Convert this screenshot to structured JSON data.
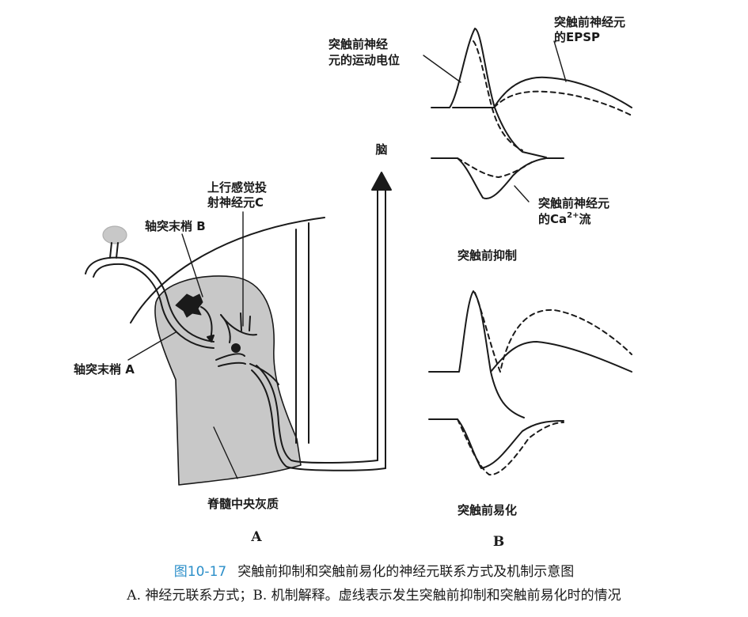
{
  "labels": {
    "brain": "脑",
    "ascending_neuron_line1": "上行感觉投",
    "ascending_neuron_line2": "射神经元C",
    "axon_terminal_b": "轴突末梢 B",
    "axon_terminal_a": "轴突末梢 A",
    "gray_matter": "脊髓中央灰质",
    "presyn_ap_line1": "突触前神经",
    "presyn_ap_line2": "元的运动电位",
    "postsyn_epsp_line1": "突触前神经元",
    "postsyn_epsp_line2": "的EPSP",
    "ca_flow_line1": "突触前神经元",
    "ca_flow_line2_prefix": "的Ca",
    "ca_flow_superscript": "2+",
    "ca_flow_line2_suffix": "流",
    "presyn_inhibition": "突触前抑制",
    "presyn_facilitation": "突触前易化",
    "panel_a": "A",
    "panel_b": "B"
  },
  "caption": {
    "figure_number": "图10-17",
    "title": "突触前抑制和突触前易化的神经元联系方式及机制示意图",
    "note": "A. 神经元联系方式；B. 机制解释。虚线表示发生突触前抑制和突触前易化时的情况"
  },
  "colors": {
    "gray_matter_fill": "#c8c8c8",
    "line": "#1a1a1a",
    "figure_number": "#2c8fc9"
  }
}
